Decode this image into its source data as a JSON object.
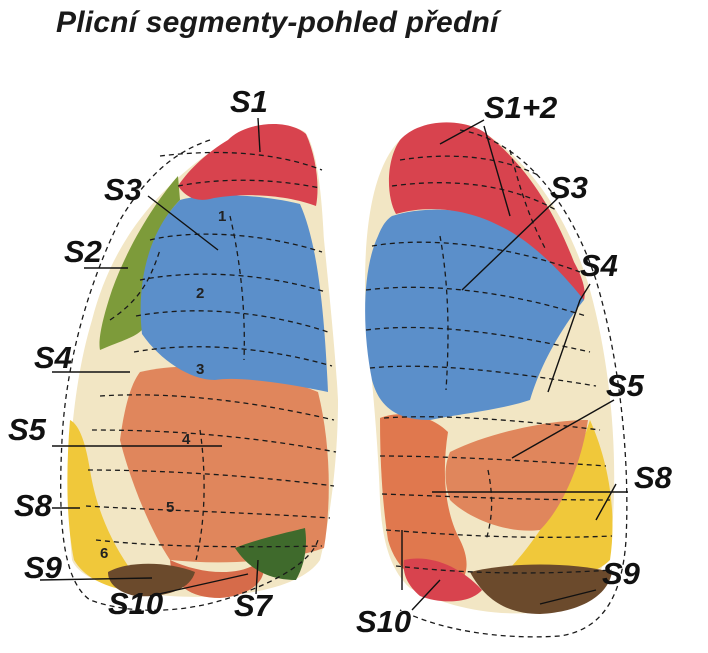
{
  "title": "Plicní segmenty-pohled přední",
  "colors": {
    "apical_red": "#d8434e",
    "blue": "#5b8fca",
    "green": "#7d9b3a",
    "cream": "#f2e6c4",
    "salmon": "#e0865c",
    "yellow": "#f0c83a",
    "brown": "#6b4a2c",
    "dark_green": "#3f6a2c"
  },
  "labels": {
    "right_lung": [
      "S1",
      "S3",
      "S2",
      "S4",
      "S5",
      "S8",
      "S9",
      "S10",
      "S7"
    ],
    "left_lung": [
      "S1+2",
      "S3",
      "S4",
      "S5",
      "S8",
      "S9",
      "S10"
    ]
  },
  "numbers": [
    "1",
    "2",
    "3",
    "4",
    "5",
    "6"
  ]
}
